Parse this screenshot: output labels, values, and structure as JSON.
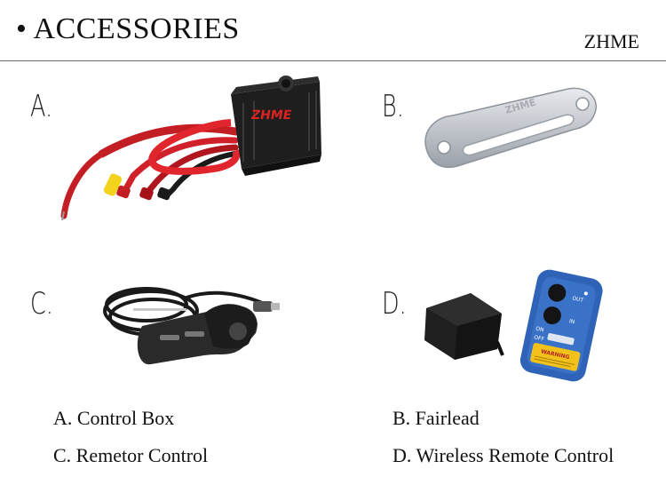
{
  "header": {
    "title": "• ACCESSORIES",
    "brand": "ZHME"
  },
  "items": [
    {
      "letter": "A.",
      "product_logo": "ZHME",
      "icon": "winch-control-box-icon"
    },
    {
      "letter": "B.",
      "product_logo": "ZHME",
      "icon": "hawse-fairlead-icon"
    },
    {
      "letter": "C.",
      "icon": "wired-remote-control-icon"
    },
    {
      "letter": "D.",
      "icon": "wireless-remote-control-icon",
      "remote_labels": {
        "on": "ON",
        "out": "OUT",
        "in": "IN",
        "off": "OFF",
        "warning": "WARNING"
      }
    }
  ],
  "captions": [
    "A. Control Box",
    "B. Fairlead",
    "C. Remetor Control",
    "D. Wireless Remote Control"
  ],
  "colors": {
    "text": "#111111",
    "rule": "#6f6f6f",
    "cable_red": "#d0202a",
    "control_box": "#1e1e1e",
    "fairlead": "#c9ccd1",
    "remote_blue": "#2f63b8",
    "remote_yellow": "#f2c21a"
  }
}
